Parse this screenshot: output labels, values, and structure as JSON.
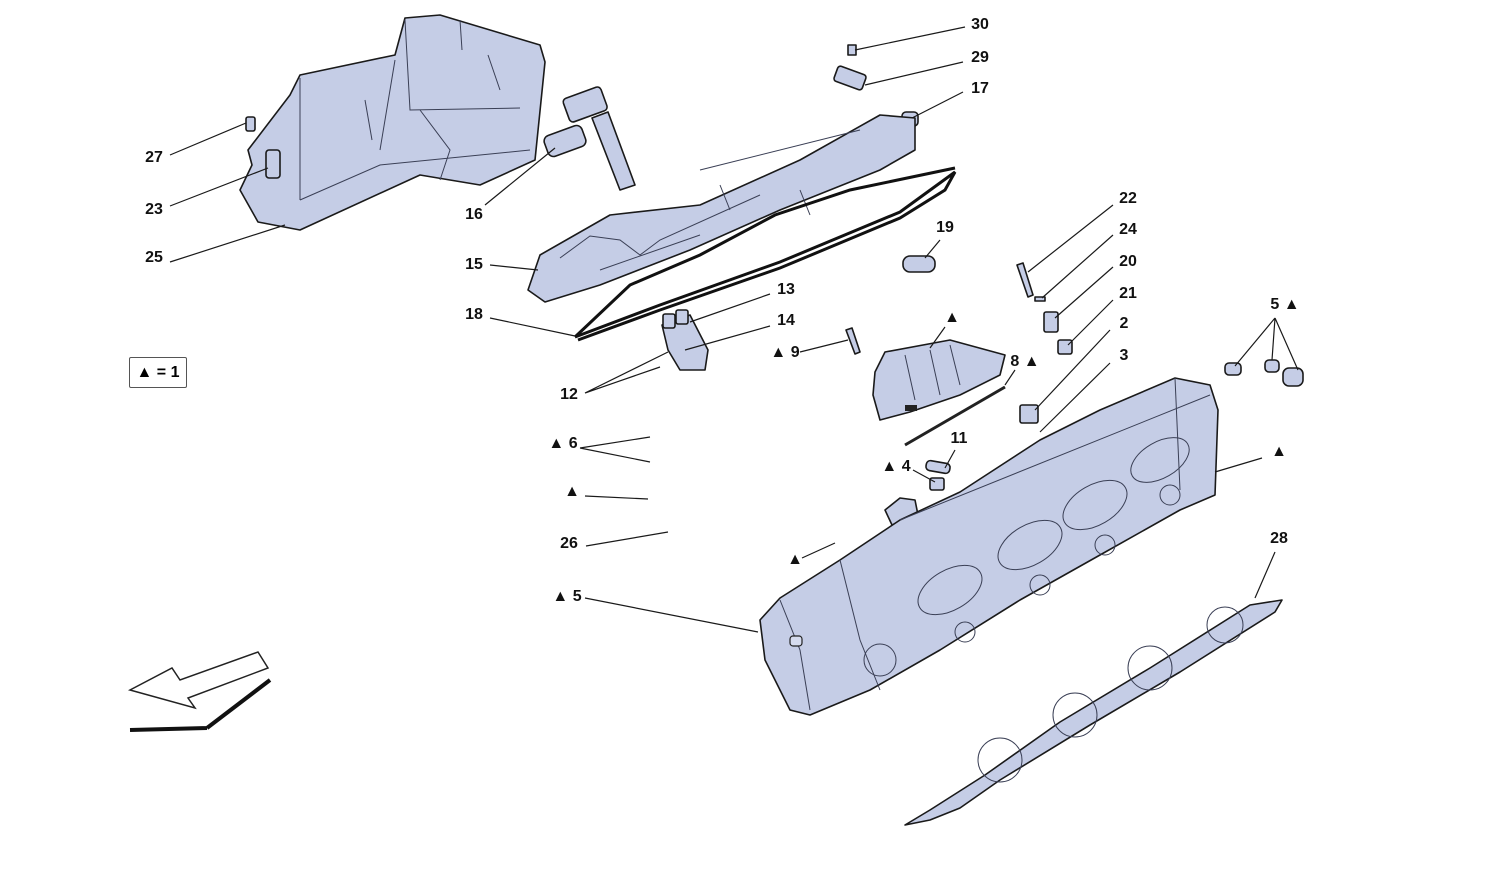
{
  "legend": {
    "text": "▲ = 1"
  },
  "callouts": {
    "c30": "30",
    "c29": "29",
    "c17": "17",
    "c27": "27",
    "c23": "23",
    "c25": "25",
    "c16": "16",
    "c15": "15",
    "c18": "18",
    "c13": "13",
    "c14": "14",
    "c12": "12",
    "c22": "22",
    "c24": "24",
    "c20": "20",
    "c21": "21",
    "c2": "2",
    "c3": "3",
    "c19": "19",
    "c5a": "5 ▲",
    "ctri1": "▲",
    "c9": "▲ 9",
    "c8": "8 ▲",
    "c11": "11",
    "c4": "▲ 4",
    "c6": "▲ 6",
    "ctri2": "▲",
    "c26": "26",
    "ctri3": "▲",
    "ctri4": "▲",
    "c5b": "▲ 5",
    "c28": "28"
  },
  "colors": {
    "part_fill": "#c5cde6",
    "line": "#1a1a1a"
  }
}
